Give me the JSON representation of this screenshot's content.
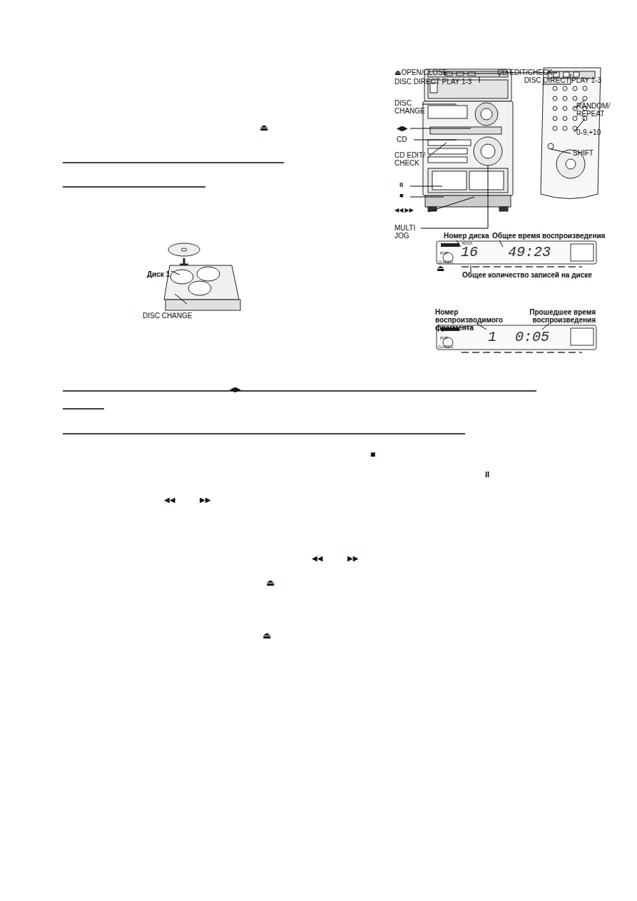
{
  "diagram": {
    "labels": [
      "⏏",
      "⏏OPEN/CLOSE",
      "DISC DIRECT PLAY 1-3",
      "CD EDIT/CHECK",
      "DISC DIRECT PLAY 1-3",
      "DISC CHANGE",
      "◀▶",
      "CD",
      "CD EDIT/ CHECK",
      "II",
      "■",
      "◀◀,▶▶",
      "MULTI JOG",
      "RANDOM/ REPEAT",
      "0-9,+10",
      "SHIFT",
      "⏏",
      "Номер диска",
      "Общее время воспроизведения",
      "Общее количество записей на диске",
      "Номер воспроизводимого фрагмента",
      "Прошедшее время воспроизведения",
      "Диск 1",
      "DISC CHANGE",
      "◀▶",
      "■",
      "II",
      "◀◀",
      "▶▶",
      "◀◀",
      "▶▶",
      "⏏",
      "⏏",
      "16",
      "49:23",
      "1",
      "0:05",
      "ROCK",
      "POP",
      "CLASSIC",
      "ROCK",
      "POP",
      "CLASSIC"
    ]
  }
}
